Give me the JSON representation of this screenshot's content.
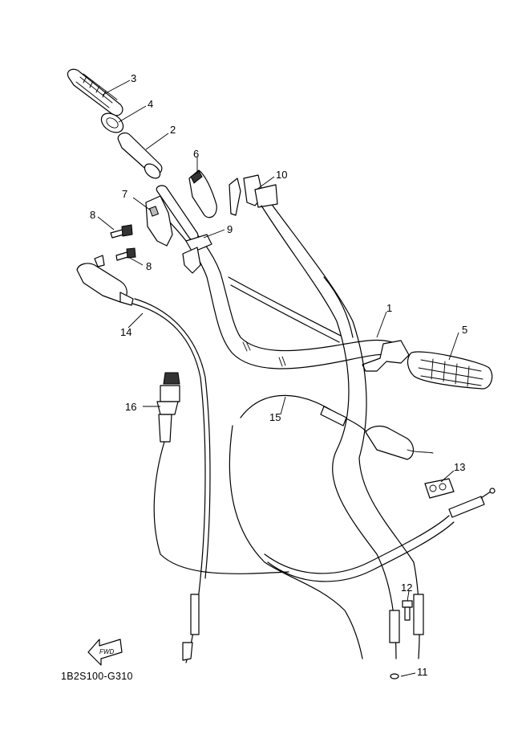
{
  "diagram": {
    "drawing_code": "1B2S100-G310",
    "fwd_label": "FWD",
    "callouts": [
      {
        "id": "1",
        "label": "1"
      },
      {
        "id": "2",
        "label": "2"
      },
      {
        "id": "3",
        "label": "3"
      },
      {
        "id": "4",
        "label": "4"
      },
      {
        "id": "5",
        "label": "5"
      },
      {
        "id": "6",
        "label": "6"
      },
      {
        "id": "7",
        "label": "7"
      },
      {
        "id": "8a",
        "label": "8"
      },
      {
        "id": "8b",
        "label": "8"
      },
      {
        "id": "9",
        "label": "9"
      },
      {
        "id": "10",
        "label": "10"
      },
      {
        "id": "11",
        "label": "11"
      },
      {
        "id": "12",
        "label": "12"
      },
      {
        "id": "13",
        "label": "13"
      },
      {
        "id": "14",
        "label": "14"
      },
      {
        "id": "15",
        "label": "15"
      },
      {
        "id": "16",
        "label": "16"
      }
    ]
  }
}
